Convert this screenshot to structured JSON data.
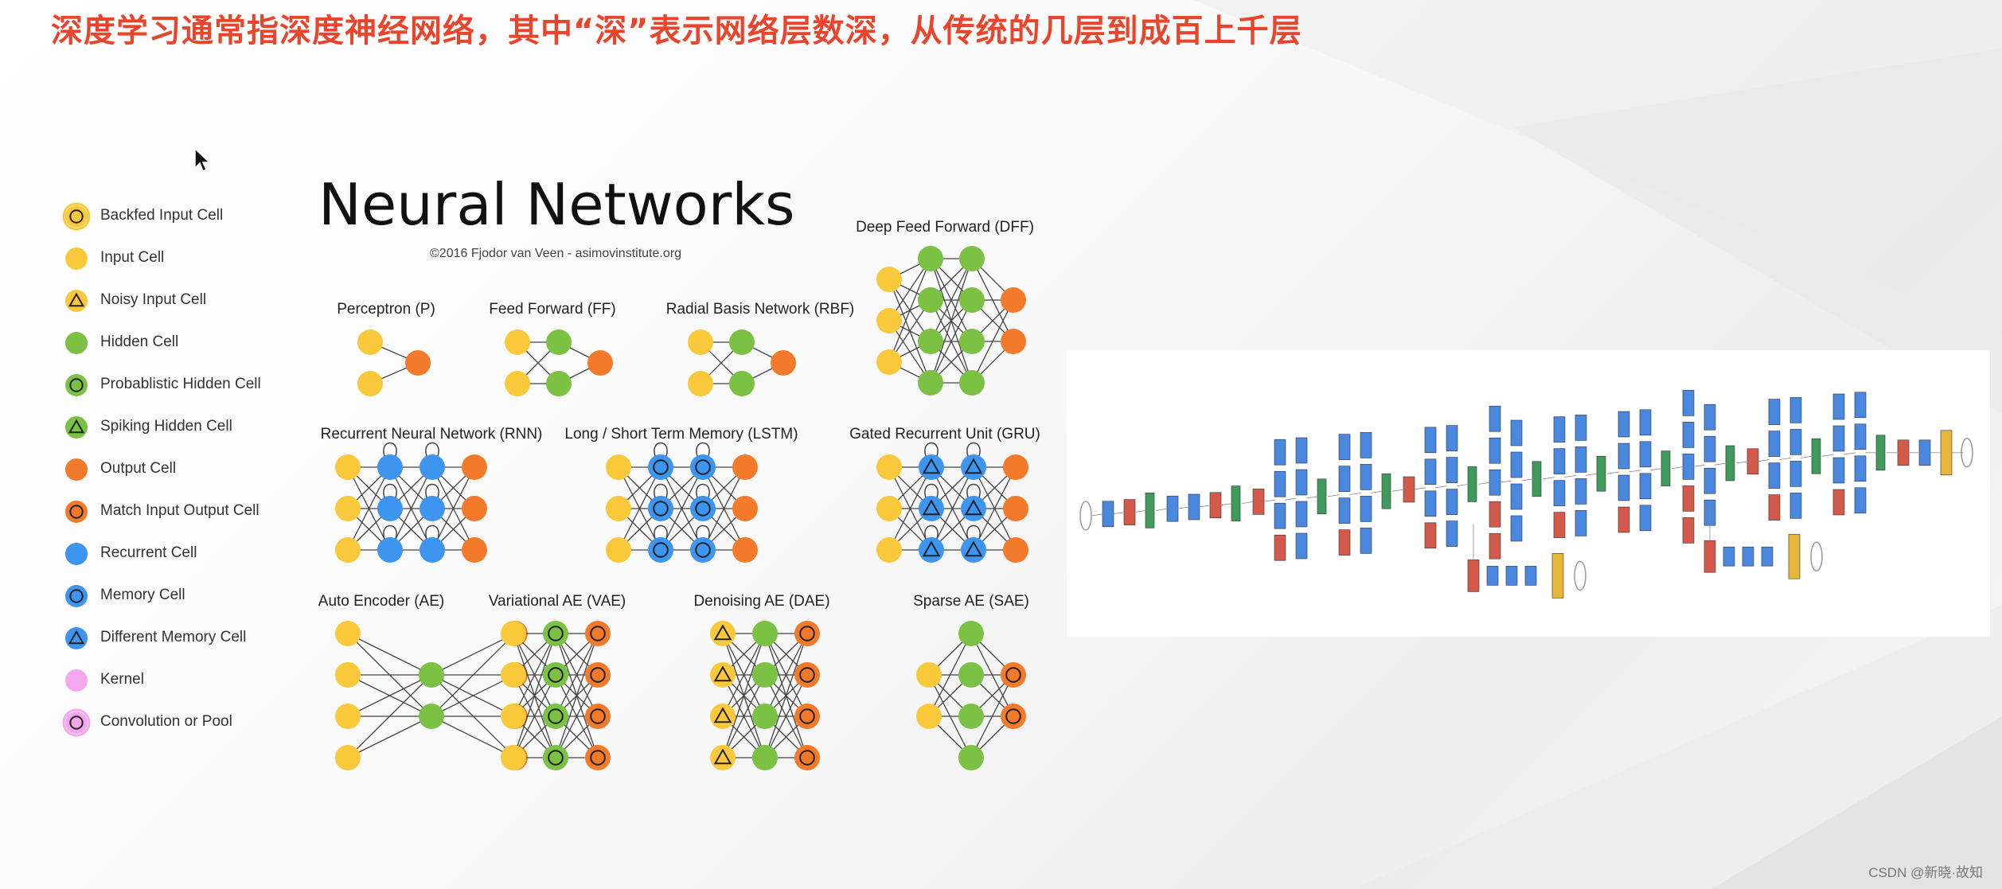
{
  "title": "深度学习通常指深度神经网络，其中“深”表示网络层数深，从传统的几层到成百上千层",
  "chart_title": "Neural Networks",
  "credit": "©2016 Fjodor van Veen - asimovinstitute.org",
  "watermark": "CSDN @新晓·故知",
  "legend": [
    {
      "label": "Backfed Input Cell",
      "fill": "#f9c93b",
      "ring": true,
      "marker": "circle"
    },
    {
      "label": "Input Cell",
      "fill": "#f9c93b",
      "ring": false,
      "marker": "none"
    },
    {
      "label": "Noisy Input Cell",
      "fill": "#f9c93b",
      "ring": false,
      "marker": "triangle"
    },
    {
      "label": "Hidden Cell",
      "fill": "#7bc144",
      "ring": false,
      "marker": "none"
    },
    {
      "label": "Probablistic Hidden Cell",
      "fill": "#7bc144",
      "ring": false,
      "marker": "circle"
    },
    {
      "label": "Spiking Hidden Cell",
      "fill": "#7bc144",
      "ring": false,
      "marker": "triangle"
    },
    {
      "label": "Output Cell",
      "fill": "#f47a2b",
      "ring": false,
      "marker": "none"
    },
    {
      "label": "Match Input Output Cell",
      "fill": "#f47a2b",
      "ring": false,
      "marker": "circle"
    },
    {
      "label": "Recurrent Cell",
      "fill": "#3d95f0",
      "ring": false,
      "marker": "none"
    },
    {
      "label": "Memory Cell",
      "fill": "#3d95f0",
      "ring": false,
      "marker": "circle"
    },
    {
      "label": "Different Memory Cell",
      "fill": "#3d95f0",
      "ring": false,
      "marker": "triangle"
    },
    {
      "label": "Kernel",
      "fill": "#f3a8ee",
      "ring": false,
      "marker": "none"
    },
    {
      "label": "Convolution or Pool",
      "fill": "#f3a8ee",
      "ring": true,
      "marker": "circle"
    }
  ],
  "networks": [
    {
      "name": "Perceptron (P)",
      "layers": [
        [
          "input",
          "input"
        ],
        [
          "output"
        ]
      ],
      "recurrent": false
    },
    {
      "name": "Feed Forward (FF)",
      "layers": [
        [
          "input",
          "input"
        ],
        [
          "hidden",
          "hidden"
        ],
        [
          "output"
        ]
      ],
      "recurrent": false
    },
    {
      "name": "Radial Basis Network (RBF)",
      "layers": [
        [
          "input",
          "input"
        ],
        [
          "hidden",
          "hidden"
        ],
        [
          "output"
        ]
      ],
      "recurrent": false
    },
    {
      "name": "Deep Feed Forward (DFF)",
      "layers": [
        [
          "input",
          "input",
          "input"
        ],
        [
          "hidden",
          "hidden",
          "hidden",
          "hidden"
        ],
        [
          "hidden",
          "hidden",
          "hidden",
          "hidden"
        ],
        [
          "output",
          "output"
        ]
      ],
      "recurrent": false
    },
    {
      "name": "Recurrent Neural Network (RNN)",
      "layers": [
        [
          "input",
          "input",
          "input"
        ],
        [
          "recurrent",
          "recurrent",
          "recurrent"
        ],
        [
          "recurrent",
          "recurrent",
          "recurrent"
        ],
        [
          "output",
          "output",
          "output"
        ]
      ],
      "recurrent": true
    },
    {
      "name": "Long / Short Term Memory (LSTM)",
      "layers": [
        [
          "input",
          "input",
          "input"
        ],
        [
          "memory",
          "memory",
          "memory"
        ],
        [
          "memory",
          "memory",
          "memory"
        ],
        [
          "output",
          "output",
          "output"
        ]
      ],
      "recurrent": true
    },
    {
      "name": "Gated Recurrent Unit (GRU)",
      "layers": [
        [
          "input",
          "input",
          "input"
        ],
        [
          "diffmemory",
          "diffmemory",
          "diffmemory"
        ],
        [
          "diffmemory",
          "diffmemory",
          "diffmemory"
        ],
        [
          "output",
          "output",
          "output"
        ]
      ],
      "recurrent": true
    },
    {
      "name": "Auto Encoder (AE)",
      "layers": [
        [
          "input",
          "input",
          "input",
          "input"
        ],
        [
          "hidden",
          "hidden"
        ],
        [
          "match",
          "match",
          "match",
          "match"
        ]
      ],
      "recurrent": false
    },
    {
      "name": "Variational AE (VAE)",
      "layers": [
        [
          "input",
          "input",
          "input",
          "input"
        ],
        [
          "probhidden",
          "probhidden",
          "probhidden",
          "probhidden"
        ],
        [
          "match",
          "match",
          "match",
          "match"
        ]
      ],
      "recurrent": false
    },
    {
      "name": "Denoising AE (DAE)",
      "layers": [
        [
          "noisy",
          "noisy",
          "noisy",
          "noisy"
        ],
        [
          "hidden",
          "hidden",
          "hidden",
          "hidden"
        ],
        [
          "match",
          "match",
          "match",
          "match"
        ]
      ],
      "recurrent": false
    },
    {
      "name": "Sparse AE (SAE)",
      "layers": [
        [
          "input",
          "input"
        ],
        [
          "hidden",
          "hidden",
          "hidden",
          "hidden"
        ],
        [
          "match",
          "match"
        ]
      ],
      "recurrent": false
    }
  ],
  "cell_styles": {
    "input": {
      "fill": "#f9c93b",
      "marker": "none"
    },
    "noisy": {
      "fill": "#f9c93b",
      "marker": "triangle"
    },
    "hidden": {
      "fill": "#7bc144",
      "marker": "none"
    },
    "probhidden": {
      "fill": "#7bc144",
      "marker": "circle"
    },
    "output": {
      "fill": "#f47a2b",
      "marker": "none"
    },
    "match": {
      "fill": "#f47a2b",
      "marker": "circle"
    },
    "recurrent": {
      "fill": "#3d95f0",
      "marker": "none"
    },
    "memory": {
      "fill": "#3d95f0",
      "marker": "circle"
    },
    "diffmemory": {
      "fill": "#3d95f0",
      "marker": "triangle"
    }
  },
  "googlenet_colors": {
    "conv": "#4a87de",
    "pool": "#d35a4a",
    "concat": "#3f9a5c",
    "softmax": "#e7b73a",
    "io": "#ffffff"
  },
  "googlenet": [
    {
      "stack": [
        "io"
      ]
    },
    {
      "stack": [
        "conv"
      ]
    },
    {
      "stack": [
        "pool"
      ]
    },
    {
      "stack": [
        "concat"
      ]
    },
    {
      "stack": [
        "conv"
      ]
    },
    {
      "stack": [
        "conv"
      ]
    },
    {
      "stack": [
        "pool"
      ]
    },
    {
      "stack": [
        "concat"
      ]
    },
    {
      "stack": [
        "pool"
      ]
    },
    {
      "stack": [
        "conv",
        "conv",
        "conv",
        "pool"
      ]
    },
    {
      "stack": [
        "conv",
        "conv",
        "conv",
        "conv"
      ]
    },
    {
      "stack": [
        "concat"
      ]
    },
    {
      "stack": [
        "conv",
        "conv",
        "conv",
        "pool"
      ]
    },
    {
      "stack": [
        "conv",
        "conv",
        "conv",
        "conv"
      ]
    },
    {
      "stack": [
        "concat"
      ]
    },
    {
      "stack": [
        "pool"
      ]
    },
    {
      "stack": [
        "conv",
        "conv",
        "conv",
        "pool"
      ]
    },
    {
      "stack": [
        "conv",
        "conv",
        "conv",
        "conv"
      ]
    },
    {
      "stack": [
        "concat"
      ]
    },
    {
      "stack": [
        "conv",
        "conv",
        "conv",
        "pool",
        "pool"
      ]
    },
    {
      "stack": [
        "conv",
        "conv",
        "conv",
        "conv"
      ]
    },
    {
      "stack": [
        "concat"
      ]
    },
    {
      "stack": [
        "conv",
        "conv",
        "conv",
        "pool"
      ]
    },
    {
      "stack": [
        "conv",
        "conv",
        "conv",
        "conv"
      ]
    },
    {
      "stack": [
        "concat"
      ]
    },
    {
      "stack": [
        "conv",
        "conv",
        "conv",
        "pool"
      ]
    },
    {
      "stack": [
        "conv",
        "conv",
        "conv",
        "conv"
      ]
    },
    {
      "stack": [
        "concat"
      ]
    },
    {
      "stack": [
        "conv",
        "conv",
        "conv",
        "pool",
        "pool"
      ]
    },
    {
      "stack": [
        "conv",
        "conv",
        "conv",
        "conv"
      ]
    },
    {
      "stack": [
        "concat"
      ]
    },
    {
      "stack": [
        "pool"
      ]
    },
    {
      "stack": [
        "conv",
        "conv",
        "conv",
        "pool"
      ]
    },
    {
      "stack": [
        "conv",
        "conv",
        "conv",
        "conv"
      ]
    },
    {
      "stack": [
        "concat"
      ]
    },
    {
      "stack": [
        "conv",
        "conv",
        "conv",
        "pool"
      ]
    },
    {
      "stack": [
        "conv",
        "conv",
        "conv",
        "conv"
      ]
    },
    {
      "stack": [
        "concat"
      ]
    },
    {
      "stack": [
        "pool"
      ]
    },
    {
      "stack": [
        "conv"
      ]
    },
    {
      "stack": [
        "softmax"
      ]
    },
    {
      "stack": [
        "io"
      ]
    }
  ]
}
